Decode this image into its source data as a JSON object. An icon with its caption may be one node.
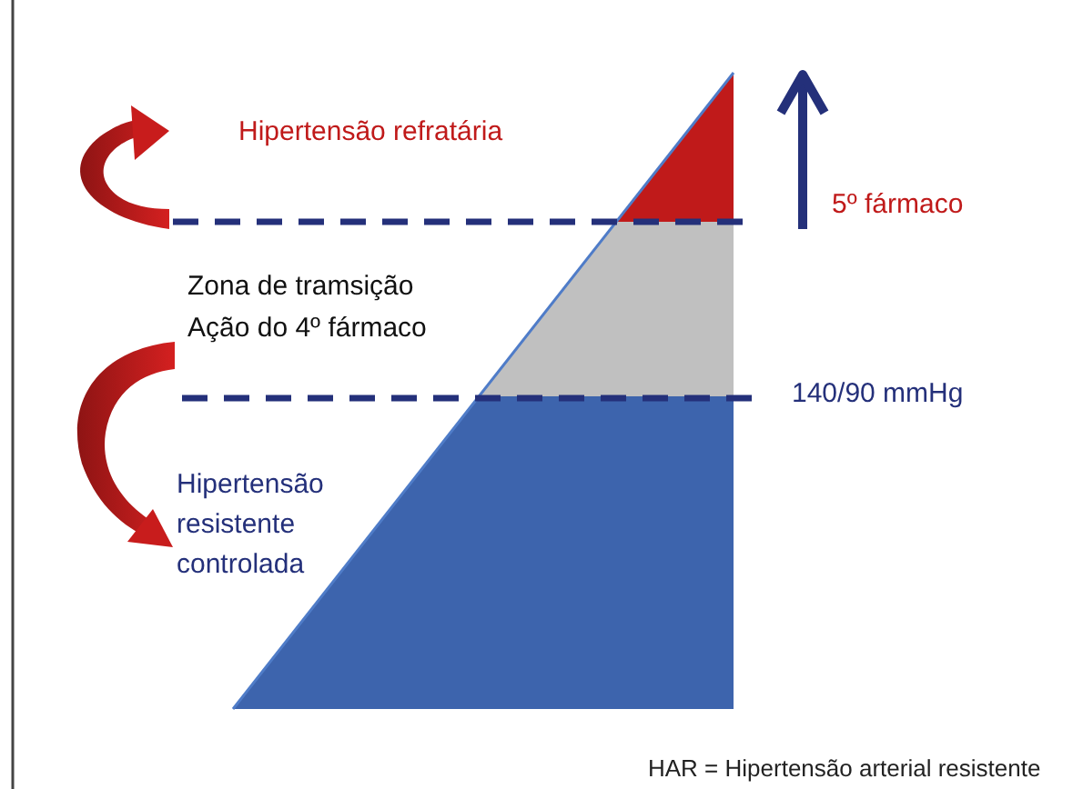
{
  "diagram": {
    "labels": [
      "Hipertensão refratária",
      "5º fármaco",
      "Zona de tramsição",
      "Ação do 4º fármaco",
      "140/90 mmHg",
      "Hipertensão resistente controlada",
      "HAR = Hipertensão arterial resistente"
    ]
  }
}
